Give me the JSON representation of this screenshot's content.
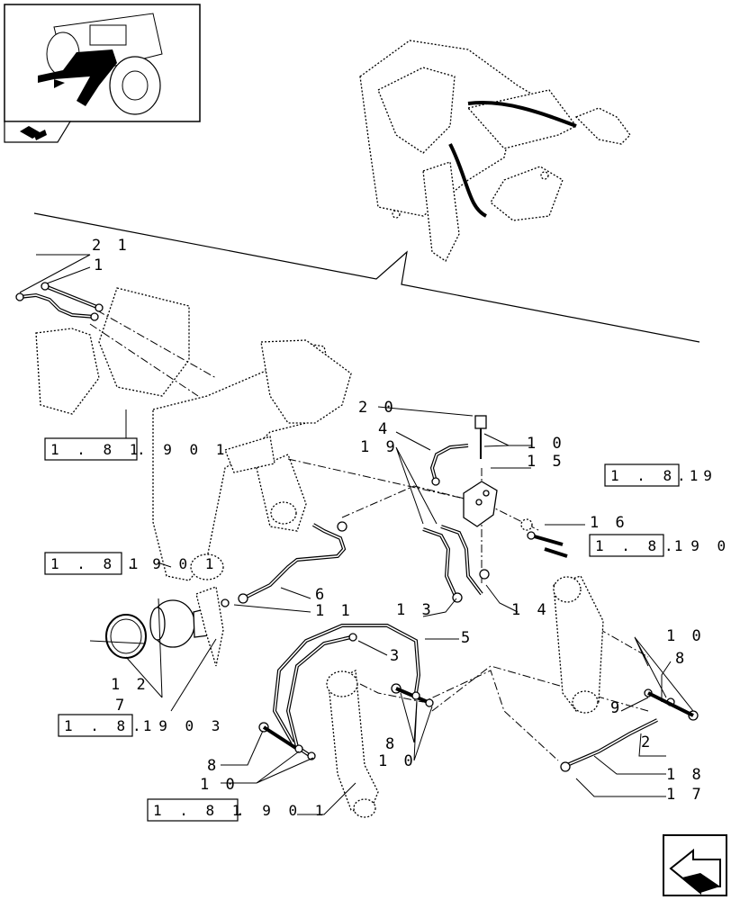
{
  "callouts": {
    "c21": "2 1",
    "c1_top": "1",
    "c20": "2 0",
    "c4": "4",
    "c10_top": "1 0",
    "c19": "1 9",
    "c15": "1 5",
    "c16": "1 6",
    "c6": "6",
    "c11": "1 1",
    "c13": "1 3",
    "c14": "1 4",
    "c5": "5",
    "c3": "3",
    "c12": "1 2",
    "c7": "7",
    "c10_right": "1 0",
    "c8_right": "8",
    "c9": "9",
    "c2": "2",
    "c18": "1 8",
    "c17": "1 7",
    "c8_left": "8",
    "c10_left": "1 0",
    "c8_mid": "8",
    "c10_mid": "1 0"
  },
  "references": {
    "ref_a_box": "1 . 8 1",
    "ref_a_tail": ". 9 0 1",
    "ref_b_box": "1 . 8 1",
    "ref_b_tail": ". 9 0 1",
    "ref_c_box": "1 . 8 1",
    "ref_c_tail": ". 9",
    "ref_d_box": "1 . 8 1",
    "ref_d_tail": ". 9 0",
    "ref_e_box": "1 . 8 1",
    "ref_e_tail": ". 9 0 3",
    "ref_f_box": "1 . 8 1",
    "ref_f_tail": ". 9 0 1"
  },
  "icons": {
    "thumbnail": "tractor-thumbnail-icon",
    "book": "book-icon",
    "nav": "next-page-arrow-icon"
  }
}
